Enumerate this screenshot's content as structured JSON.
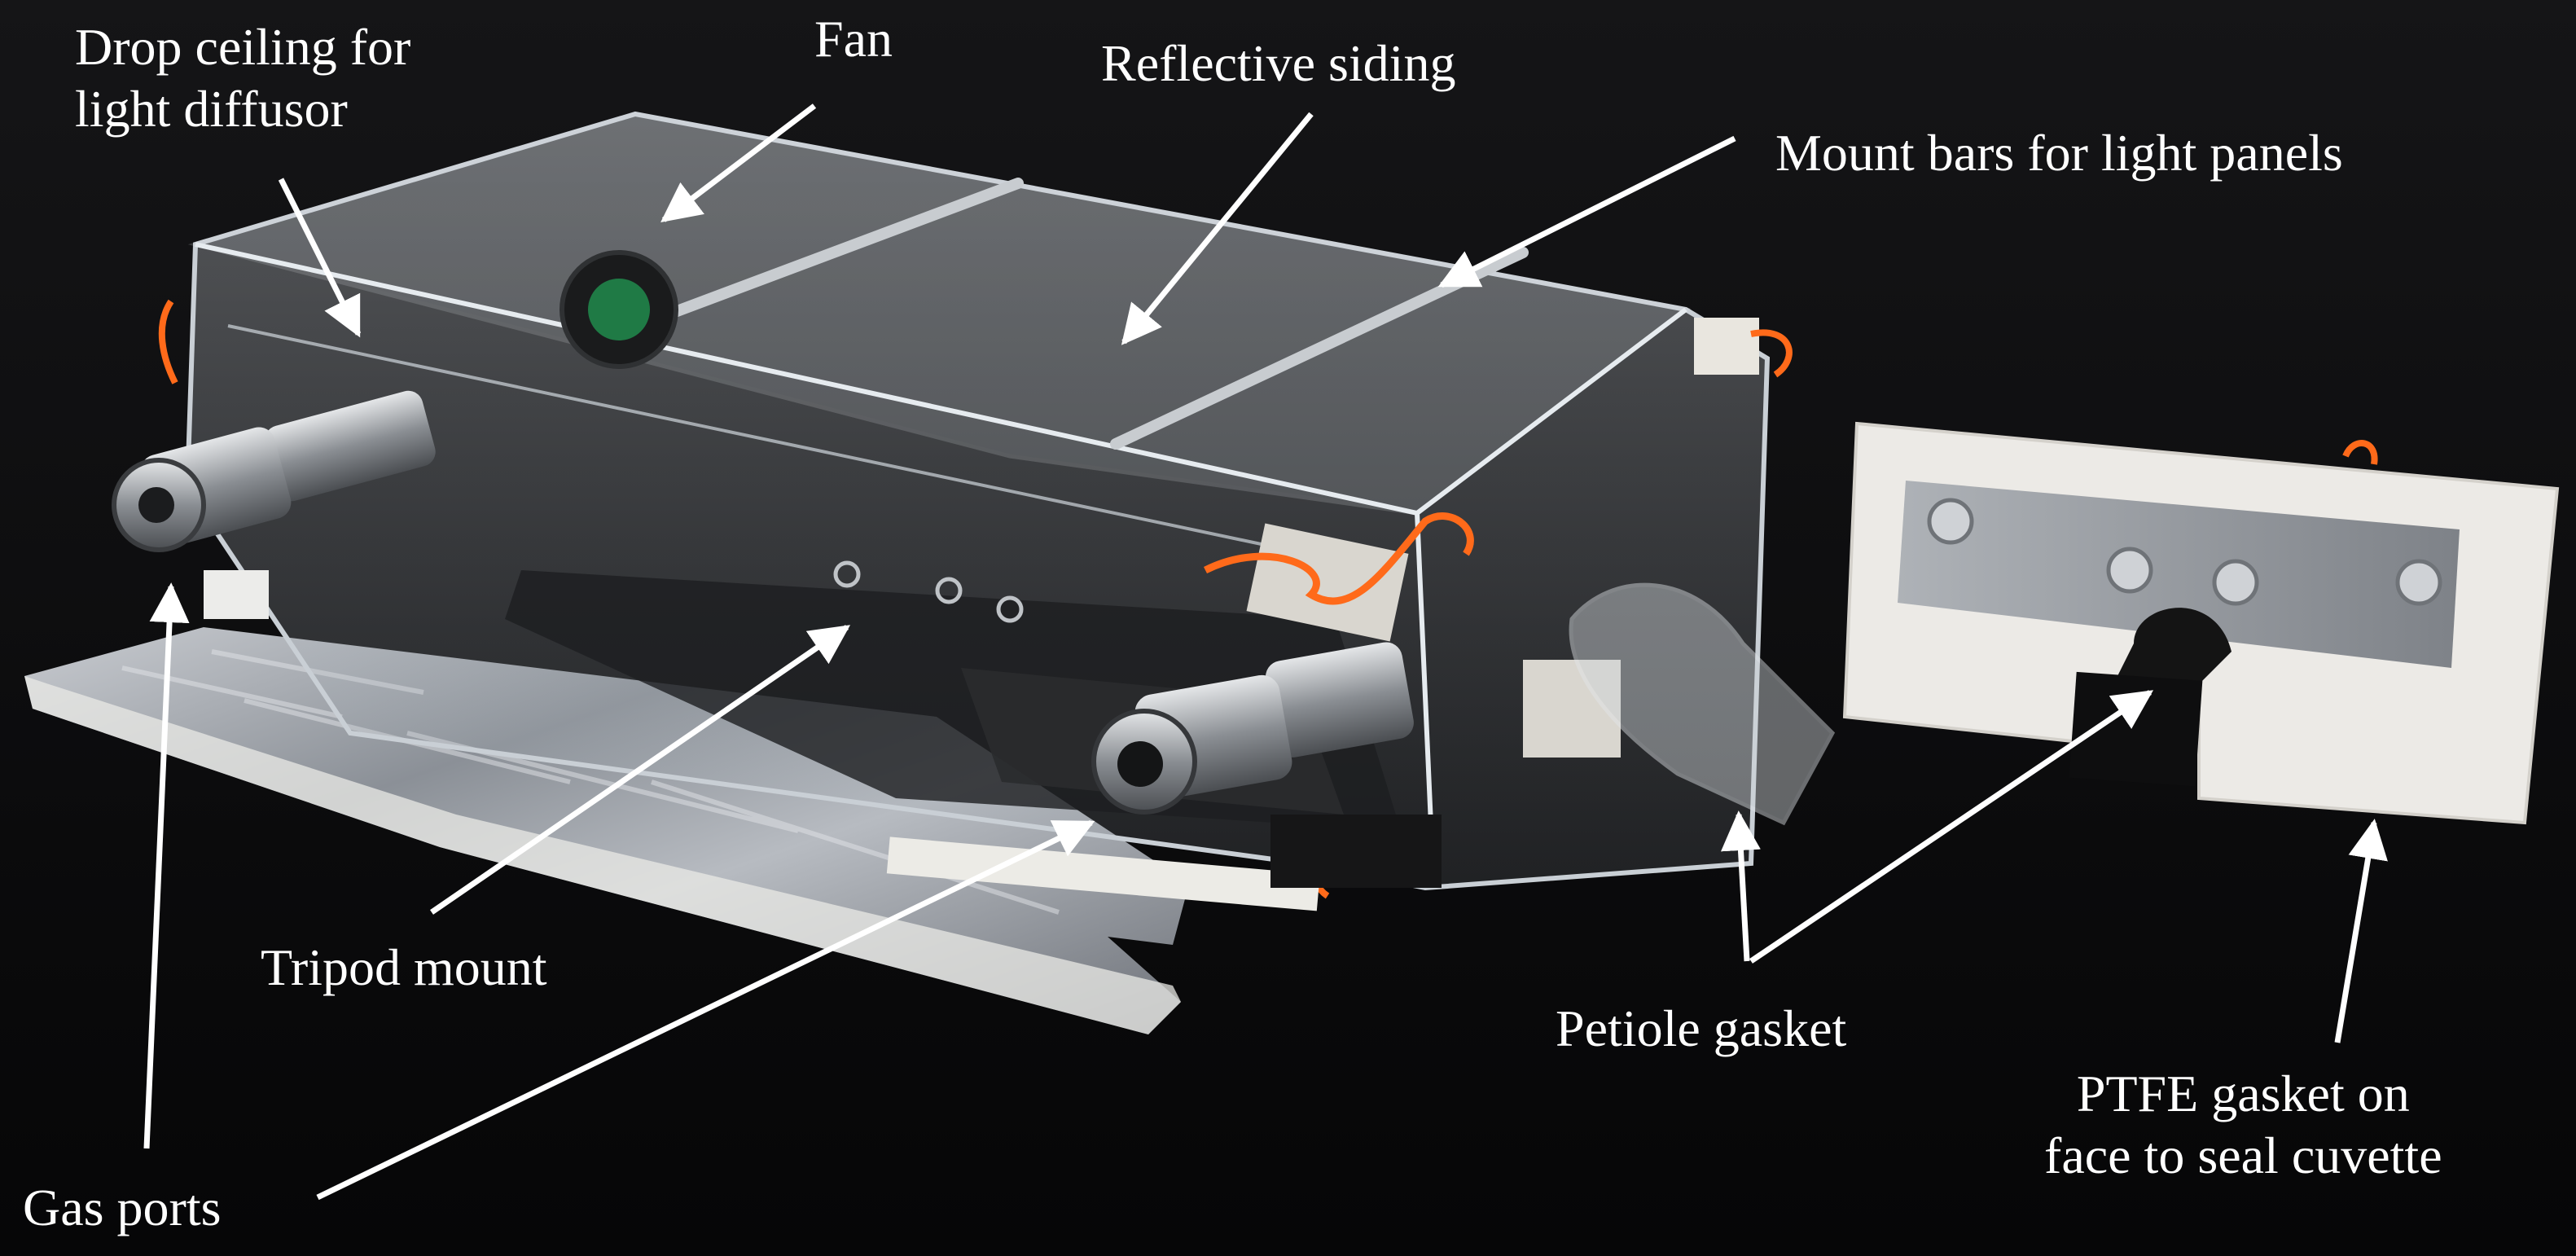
{
  "figure": {
    "background_color": "#0b0b0c",
    "label_color": "#ffffff",
    "arrow_color": "#ffffff",
    "labels": {
      "drop_ceiling_line1": "Drop ceiling for",
      "drop_ceiling_line2": "light diffusor",
      "fan": "Fan",
      "reflective_siding": "Reflective siding",
      "mount_bars": "Mount bars for light panels",
      "tripod_mount": "Tripod mount",
      "petiole_gasket": "Petiole gasket",
      "ptfe_line1": "PTFE gasket on",
      "ptfe_line2": "face to seal cuvette",
      "gas_ports": "Gas ports"
    }
  }
}
